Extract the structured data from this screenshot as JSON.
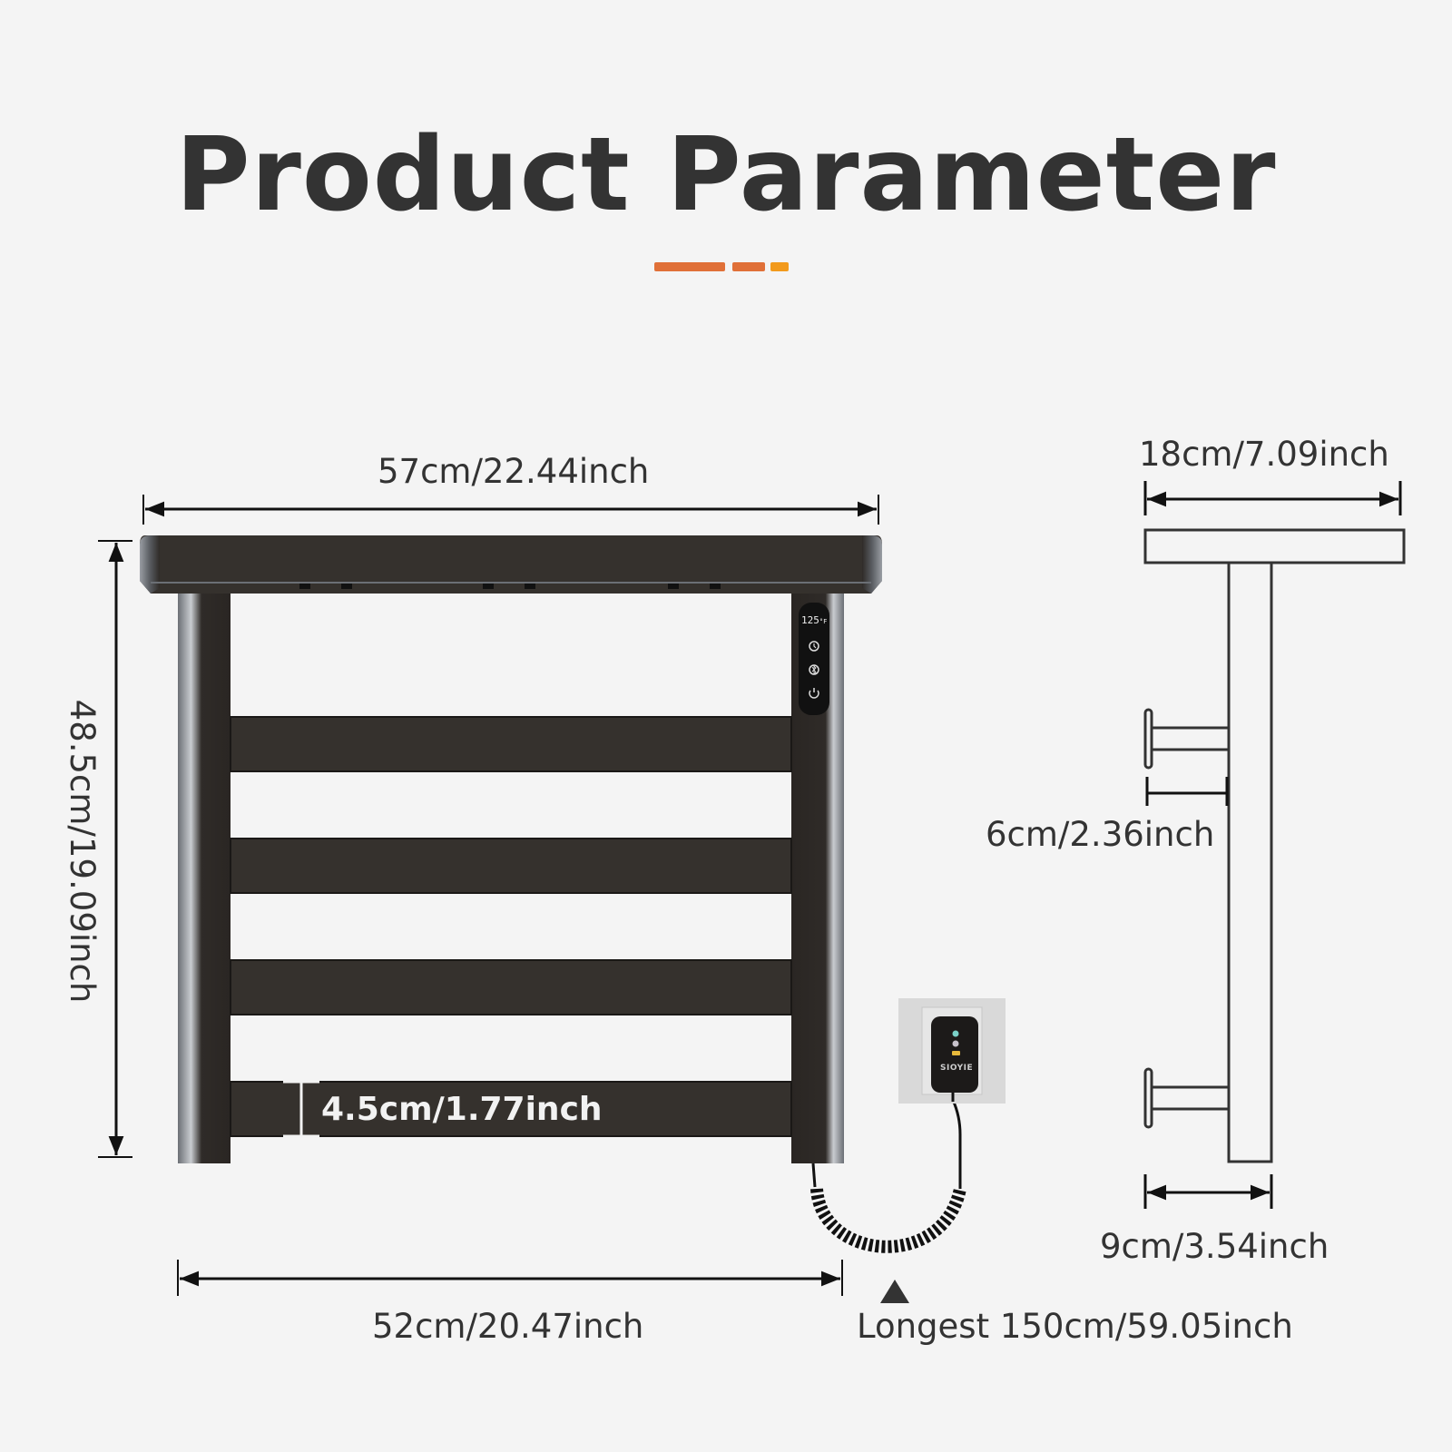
{
  "header": {
    "title": "Product Parameter",
    "accent_bars": [
      {
        "color": "#e07038",
        "width": 78
      },
      {
        "color": "#e07038",
        "width": 36
      },
      {
        "color": "#f29a1c",
        "width": 22
      }
    ]
  },
  "front_view": {
    "width_top": "57cm/22.44inch",
    "height": "48.5cm/19.09inch",
    "bar_height": "4.5cm/1.77inch",
    "width_bottom": "52cm/20.47inch",
    "bar_count": 4,
    "control_panel": {
      "display": "125",
      "display_unit": "°F",
      "icons": [
        "clock-icon",
        "bluetooth-icon",
        "power-icon"
      ]
    }
  },
  "plug": {
    "brand": "SIOYIE",
    "cable_length": "Longest 150cm/59.05inch"
  },
  "side_view": {
    "depth_top": "18cm/7.09inch",
    "hook_gap": "6cm/2.36inch",
    "depth_bottom": "9cm/3.54inch"
  },
  "colors": {
    "background": "#f4f4f4",
    "frame": "#2f2b28",
    "text": "#333333",
    "accent_orange": "#e07038",
    "accent_yellow": "#f29a1c"
  }
}
